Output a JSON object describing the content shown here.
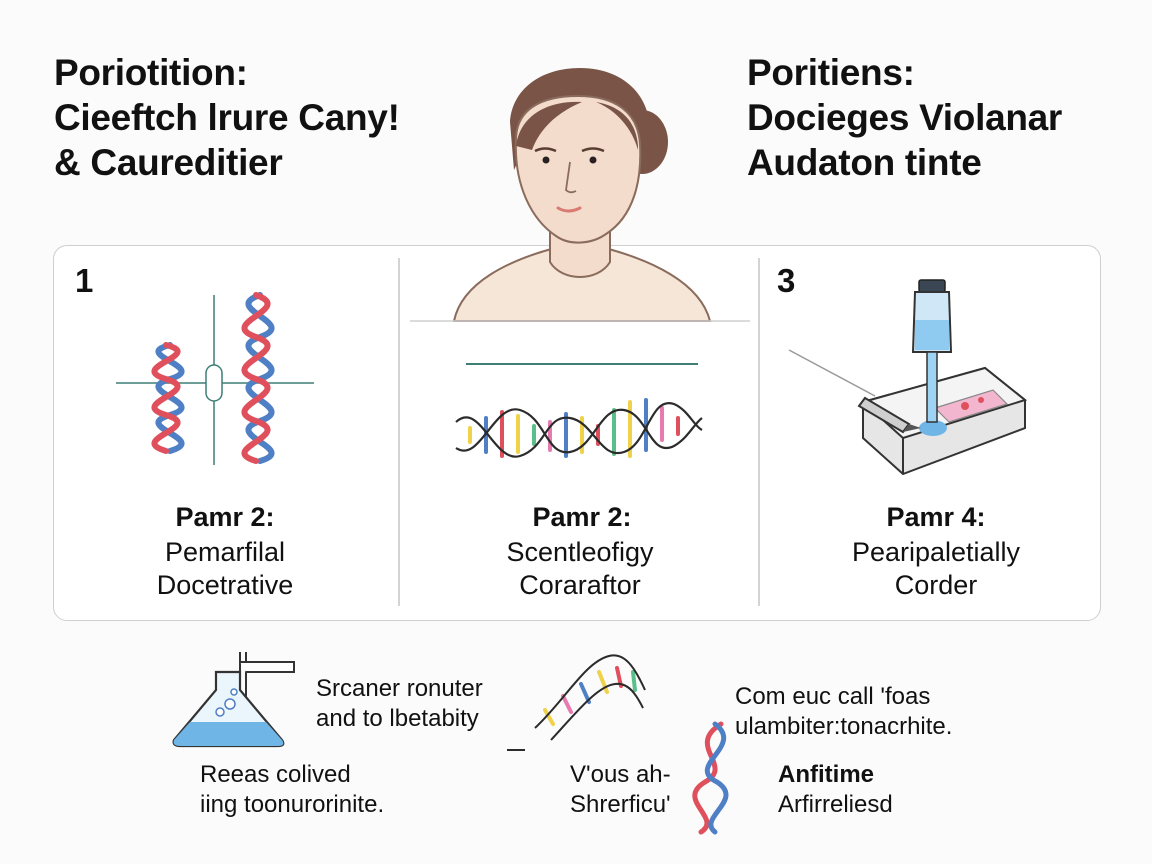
{
  "headings": {
    "left": [
      "Poriotition:",
      "Cieeftch lrure Cany!",
      "& Caureditier"
    ],
    "right": [
      "Poritiens:",
      "Docieges Violanar",
      "Audaton tinte"
    ]
  },
  "panels": [
    {
      "number": "1",
      "title": "",
      "subtitle": []
    },
    {
      "number": "",
      "title": "Pamr 2:",
      "subtitle": [
        "Pemarfilal",
        "Docetrative"
      ]
    },
    {
      "number": "",
      "title": "Pamr 2:",
      "subtitle": [
        "Scentleofigy",
        "Coraraftor"
      ]
    },
    {
      "number": "3",
      "title": "Pamr 4:",
      "subtitle": [
        "Pearipaletially",
        "Corder"
      ]
    }
  ],
  "bottom": {
    "flask_caption": [
      "Srcaner ronuter",
      "and to lbetabity"
    ],
    "flask_note": [
      "Reeas colived",
      "iing toonurorinite."
    ],
    "center_caption": [
      "V'ous ah-",
      "Shrerficu'"
    ],
    "right_caption": [
      "Com euc call 'foas",
      "ulambiter:tonacrhite."
    ],
    "right_title": "Anfitime",
    "right_sub": "Arfirreliesd"
  },
  "colors": {
    "dna_red": "#e0505c",
    "dna_blue": "#4f7fc4",
    "dna_yellow": "#efd24a",
    "dna_green": "#5bbf8a",
    "dna_pink": "#e77ab0",
    "liquid_blue": "#6fb6e6",
    "skin": "#f3dccb",
    "hair": "#7a5547",
    "frame_border": "#cfcfcf"
  }
}
